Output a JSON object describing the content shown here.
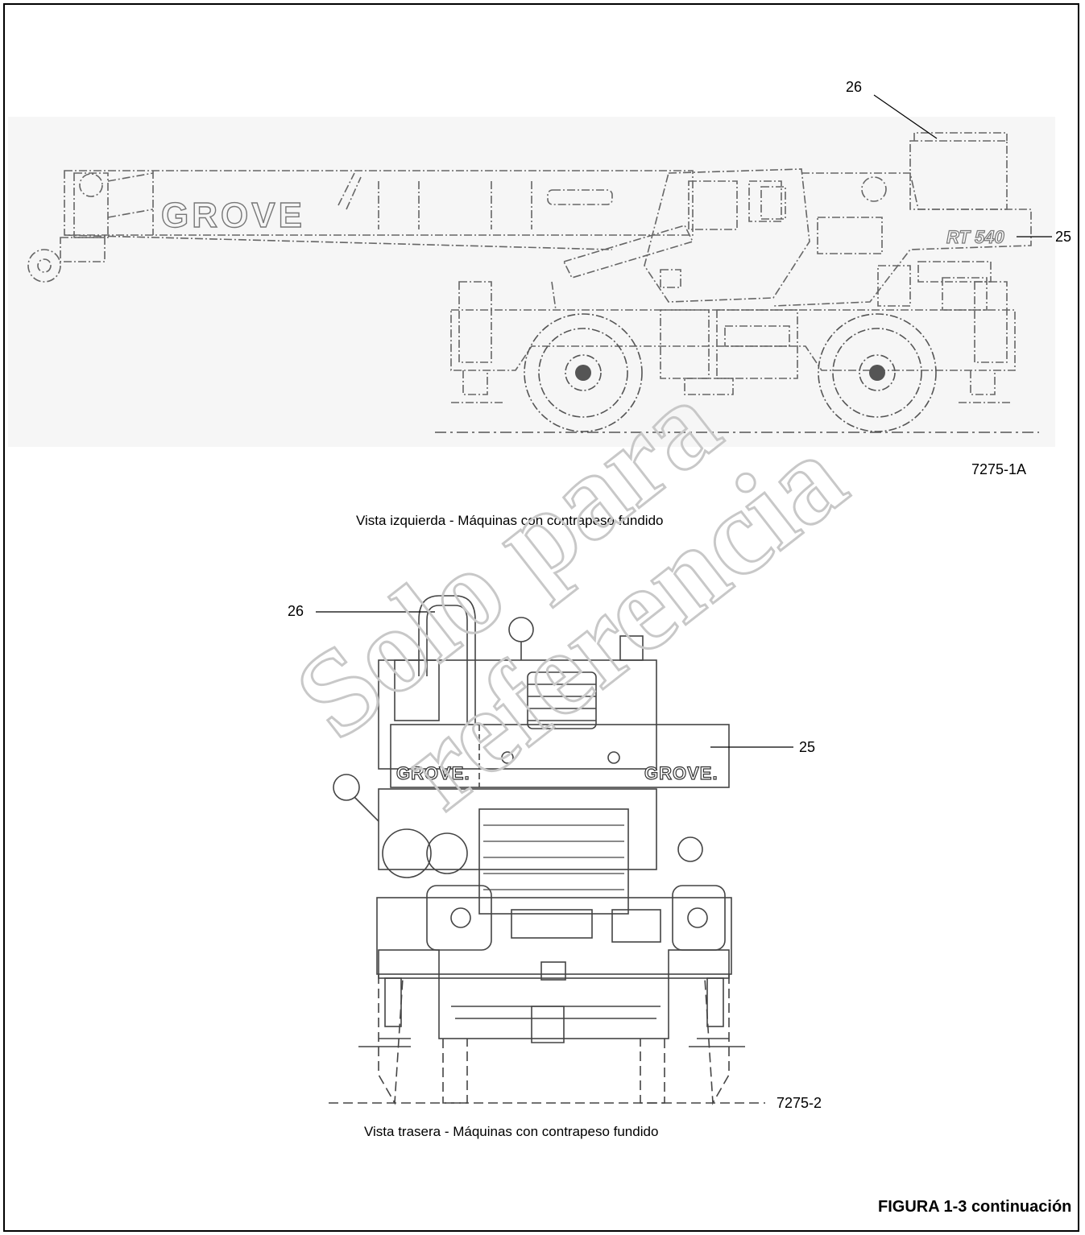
{
  "figure": {
    "title": "FIGURA 1-3 continuación"
  },
  "side_view": {
    "callouts": {
      "c26": "26",
      "c25": "25"
    },
    "boom_logo": "GROVE",
    "model_badge": "RT 540",
    "drawing_number": "7275-1A",
    "caption": "Vista izquierda - Máquinas con contrapeso fundido"
  },
  "rear_view": {
    "callouts": {
      "c26": "26",
      "c25": "25"
    },
    "logo_left": "GROVE.",
    "logo_right": "GROVE.",
    "drawing_number": "7275-2",
    "caption": "Vista trasera - Máquinas con contrapeso fundido"
  },
  "watermark": {
    "line1": "Solo para",
    "line2": "referencia",
    "color": "#c8c8c8"
  }
}
